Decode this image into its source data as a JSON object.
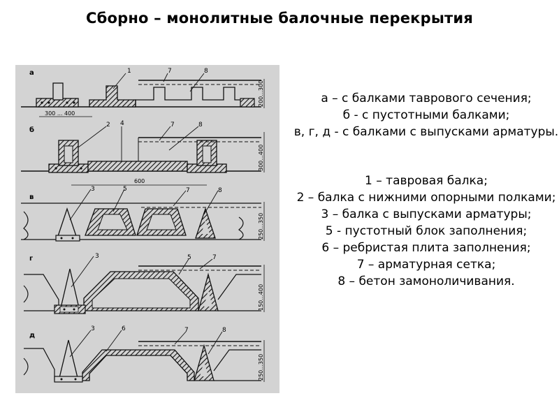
{
  "title": "Сборно – монолитные балочные перекрытия",
  "legend": {
    "types": [
      "а – с балками таврового сечения;",
      "б - с пустотными балками;",
      "в, г,  д -  с балками с выпусками арматуры."
    ],
    "items": [
      "1 – тавровая балка;",
      "2 – балка с нижними опорными полками;",
      "3 – балка с выпусками арматуры;",
      "5 - пустотный блок заполнения;",
      "6 – ребристая плита заполнения;",
      "7 – арматурная сетка;",
      "8 – бетон замоноличивания."
    ]
  },
  "drawing": {
    "rows": [
      {
        "letter": "а",
        "callouts": [
          "1",
          "7",
          "8"
        ],
        "dims": [
          "300 ... 400",
          "200...300"
        ]
      },
      {
        "letter": "б",
        "callouts": [
          "2",
          "4",
          "7",
          "8"
        ],
        "dims": [
          "600",
          "300...400"
        ]
      },
      {
        "letter": "в",
        "callouts": [
          "3",
          "5",
          "7",
          "8"
        ],
        "dims": [
          "250...350"
        ]
      },
      {
        "letter": "г",
        "callouts": [
          "3",
          "5",
          "7"
        ],
        "dims": [
          "150...400"
        ]
      },
      {
        "letter": "д",
        "callouts": [
          "3",
          "6",
          "7",
          "8"
        ],
        "dims": [
          "250...350"
        ]
      }
    ]
  }
}
